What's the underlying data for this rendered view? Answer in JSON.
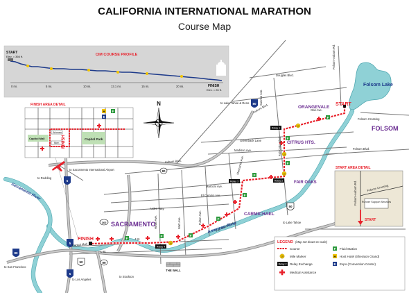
{
  "title": "CALIFORNIA INTERNATIONAL MARATHON",
  "subtitle": "Course Map",
  "profile": {
    "heading": "CIM COURSE PROFILE",
    "start_label": "START",
    "start_elev": "Elev. = 366 ft.",
    "finish_label": "FINISH",
    "finish_elev": "Elev. = 26 ft.",
    "miles": [
      "0 mi.",
      "5 mi.",
      "10 mi.",
      "13.1 mi.",
      "15 mi.",
      "20 mi."
    ]
  },
  "finish_detail": {
    "heading": "FINISH AREA DETAIL",
    "finish_text": "FINISH",
    "park": "Capitol Park",
    "mall": "Capitol Mall",
    "women": "Women",
    "men": "Men"
  },
  "start_detail": {
    "heading": "START AREA DETAIL",
    "road": "Folsom-Auburn Rd.",
    "crossing": "Folsom Crossing",
    "runner_support": "Runner Support Services",
    "start_text": "START"
  },
  "places": {
    "sacramento": "SACRAMENTO",
    "orangevale": "ORANGEVALE",
    "citrus_hts": "CITRUS HTS.",
    "fair_oaks": "FAIR OAKS",
    "carmichael": "CARMICHAEL",
    "folsom": "FOLSOM",
    "folsom_lake": "Folsom Lake",
    "american_river": "American River",
    "sacramento_river": "Sacramento River"
  },
  "main_labels": {
    "start": "START",
    "finish": "FINISH",
    "the_wall": "THE WALL",
    "compass_n": "N"
  },
  "roads": {
    "douglas": "Douglas Blvd.",
    "folsom_auburn": "Folsom-Auburn Rd.",
    "oak_ave": "Oak Ave.",
    "folsom_crossing": "Folsom Crossing",
    "folsom_blvd": "Folsom Blvd.",
    "auburn_blvd": "Auburn Blvd.",
    "sunrise": "Sunrise Ave.",
    "greenback": "Greenback Lane",
    "madison": "Madison Ave.",
    "fair_oaks_blvd": "Fair Oaks Blvd.",
    "manzanita": "Manzanita Ave.",
    "marconi": "Marconi Ave.",
    "el_camino": "El Camino Ave.",
    "arden": "Arden Way",
    "howe": "Howe Ave.",
    "watt": "Watt Ave.",
    "fulton": "Fulton Ave.",
    "j_st": "J St.",
    "l_st": "L St.",
    "capitol_mall": "Capitol Mall",
    "lake_tahoe_reno": "to Lake Tahoe & Reno",
    "to_lake_tahoe": "to Lake Tahoe",
    "to_sacramento_airport": "to Sacramento International Airport",
    "to_redding": "to Redding",
    "to_san_francisco": "to San Francisco",
    "to_los_angeles": "to Los Angeles",
    "to_stockton": "to Stockton"
  },
  "shields": {
    "i80": "80",
    "i5": "5",
    "us50": "50",
    "ca99": "99",
    "bus80": "80",
    "ca160": "160",
    "i80b": "80",
    "i5b": "5",
    "i5c": "5",
    "us50b": "50"
  },
  "legend": {
    "title": "LEGEND",
    "note": "(Map not drawn to scale)",
    "items": [
      {
        "symbol": "course",
        "label": "Course"
      },
      {
        "symbol": "fluid",
        "label": "Fluid Station",
        "glyph": "F"
      },
      {
        "symbol": "mile",
        "label": "Mile Marker",
        "glyph": "10"
      },
      {
        "symbol": "hotel",
        "label": "Host Hotel (Sheraton Grand)",
        "glyph": "H"
      },
      {
        "symbol": "relay",
        "label": "Relay Exchange",
        "glyph": "Relay 2"
      },
      {
        "symbol": "expo",
        "label": "Expo (Convention Center)",
        "glyph": "E"
      },
      {
        "symbol": "medical",
        "label": "Medical Assistance"
      }
    ]
  },
  "relay_glyphs": [
    "Relay 1",
    "Relay 2",
    "Relay 3",
    "Relay 4"
  ],
  "mile_glyph": "10",
  "colors": {
    "course": "#e8212b",
    "river": "#8fd1d6",
    "fluid": "#2e9a3e",
    "mile": "#f2c500",
    "place": "#6a2c91",
    "finish": "#e8212b"
  }
}
